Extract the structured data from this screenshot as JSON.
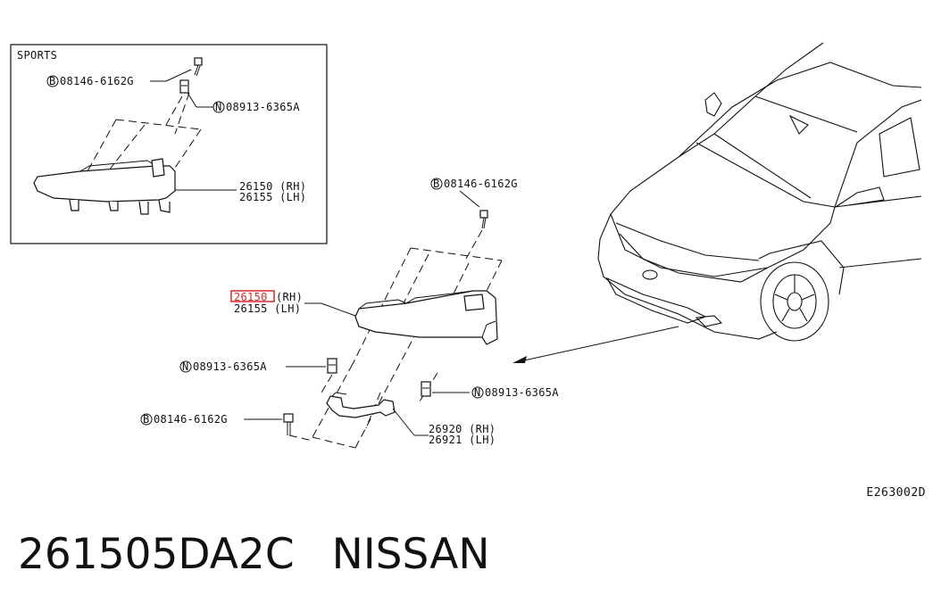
{
  "inset": {
    "title": "SPORTS"
  },
  "callouts": {
    "inset_bolt": {
      "symbol": "B",
      "code": "08146-6162G"
    },
    "inset_nut": {
      "symbol": "N",
      "code": "08913-6365A"
    },
    "inset_part_rh": "26150 (RH)",
    "inset_part_lh": "26155 (LH)",
    "top_bolt": {
      "symbol": "B",
      "code": "08146-6162G"
    },
    "main_part_rh_number": "26150",
    "main_part_rh_suffix": "(RH)",
    "main_part_lh": "26155 (LH)",
    "left_nut": {
      "symbol": "N",
      "code": "08913-6365A"
    },
    "right_nut": {
      "symbol": "N",
      "code": "08913-6365A"
    },
    "lower_bolt": {
      "symbol": "B",
      "code": "08146-6162G"
    },
    "bracket_rh": "26920 (RH)",
    "bracket_lh": "26921 (LH)"
  },
  "diagram_code": "E263002D",
  "caption": {
    "part_number": "261505DA2C",
    "brand": "NISSAN"
  },
  "colors": {
    "highlight": "#d62828",
    "ink": "#111111"
  }
}
